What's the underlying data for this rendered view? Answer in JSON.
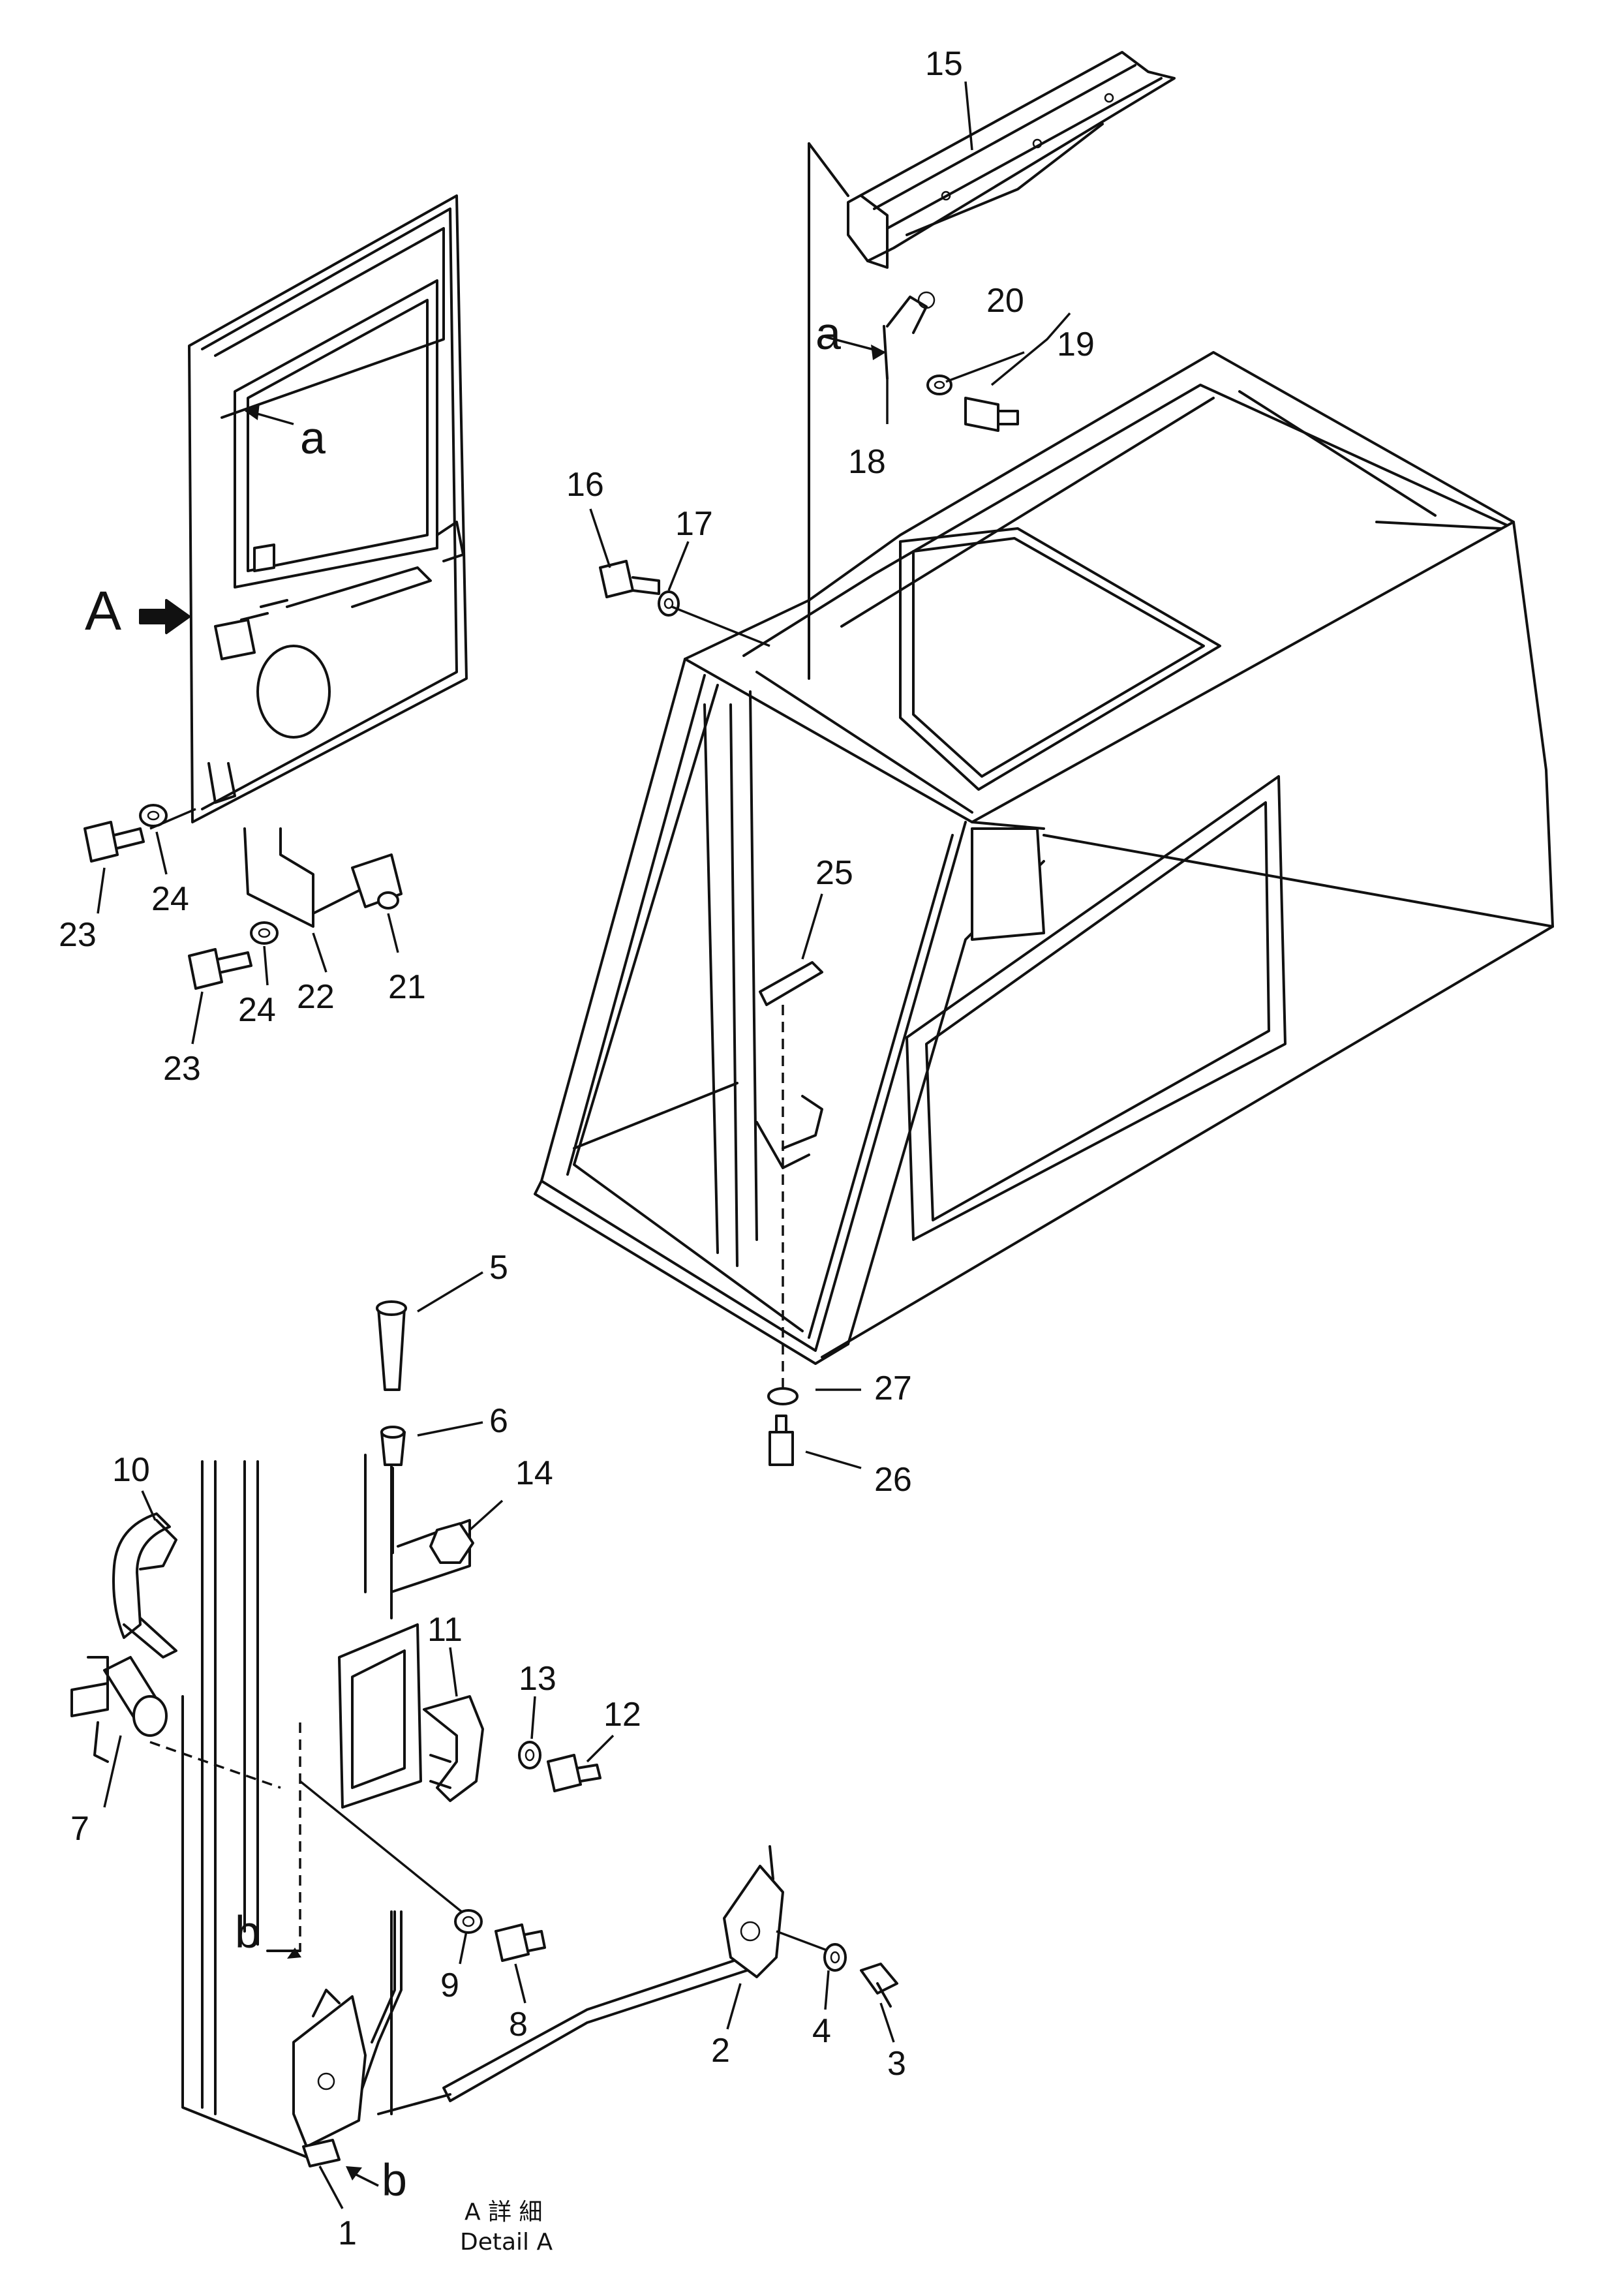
{
  "part_numbers": [
    "1",
    "2",
    "3",
    "4",
    "5",
    "6",
    "7",
    "8",
    "9",
    "10",
    "11",
    "12",
    "13",
    "14",
    "15",
    "16",
    "17",
    "18",
    "19",
    "20",
    "21",
    "22",
    "23",
    "24",
    "25",
    "26",
    "27"
  ],
  "references": {
    "view_a": "A",
    "ref_a_upper": "a",
    "ref_a_lower": "a",
    "ref_b_left": "b",
    "ref_b_bottom": "b"
  },
  "caption": {
    "line1": "A 詳 細",
    "line2": "Detail A"
  },
  "extra_labels": {
    "callout_23_second": "23",
    "callout_24_second": "24"
  }
}
